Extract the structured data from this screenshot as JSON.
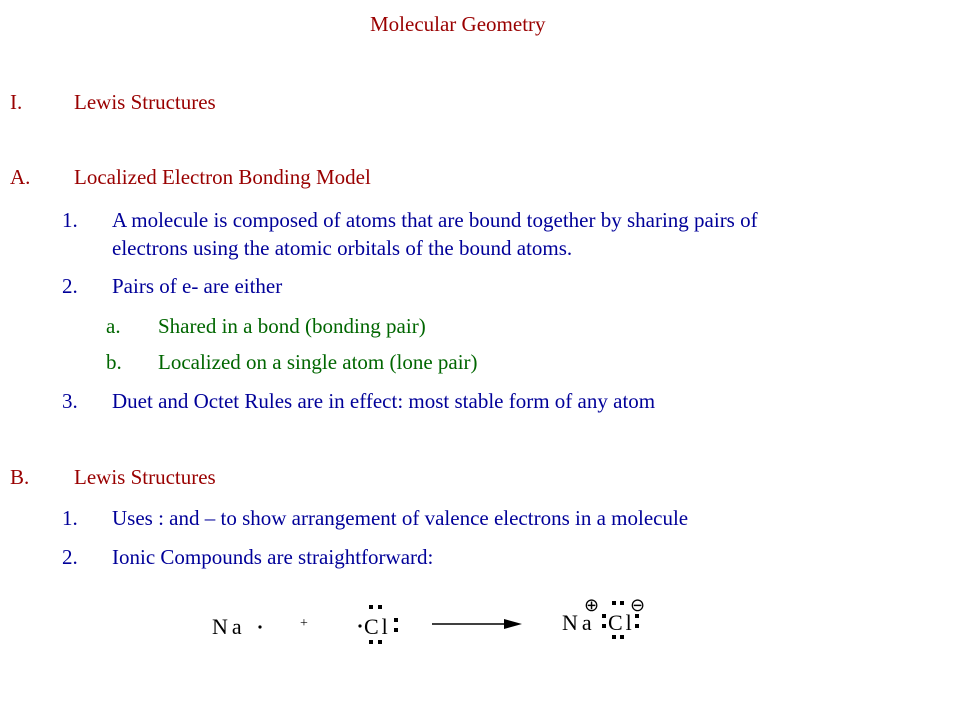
{
  "title": "Molecular Geometry",
  "section_I": {
    "marker": "I.",
    "text": "Lewis Structures"
  },
  "section_A": {
    "marker": "A.",
    "text": "Localized Electron Bonding Model",
    "items": [
      {
        "marker": "1.",
        "line1": "A molecule is composed of atoms that are bound together by sharing pairs of",
        "line2": "electrons using the atomic orbitals of the bound atoms."
      },
      {
        "marker": "2.",
        "line1": "Pairs of e- are either"
      },
      {
        "marker": "3.",
        "line1": "Duet and Octet Rules are in effect: most stable form of any atom"
      }
    ],
    "subitems": [
      {
        "marker": "a.",
        "text": "Shared in a bond (bonding pair)"
      },
      {
        "marker": "b.",
        "text": "Localized on a single atom (lone pair)"
      }
    ]
  },
  "section_B": {
    "marker": "B.",
    "text": "Lewis Structures",
    "items": [
      {
        "marker": "1.",
        "text": "Uses : and – to show arrangement of valence electrons in a molecule"
      },
      {
        "marker": "2.",
        "text": "Ionic Compounds are straightforward:"
      }
    ]
  },
  "equation": {
    "reactant1": "Na",
    "plus": "+",
    "reactant2": "Cl",
    "product_cation": "Na",
    "product_anion": "Cl",
    "plus_charge": "⊕",
    "minus_charge": "⊖"
  },
  "colors": {
    "title": "#990000",
    "heading": "#990000",
    "body": "#000099",
    "sub": "#006600"
  }
}
